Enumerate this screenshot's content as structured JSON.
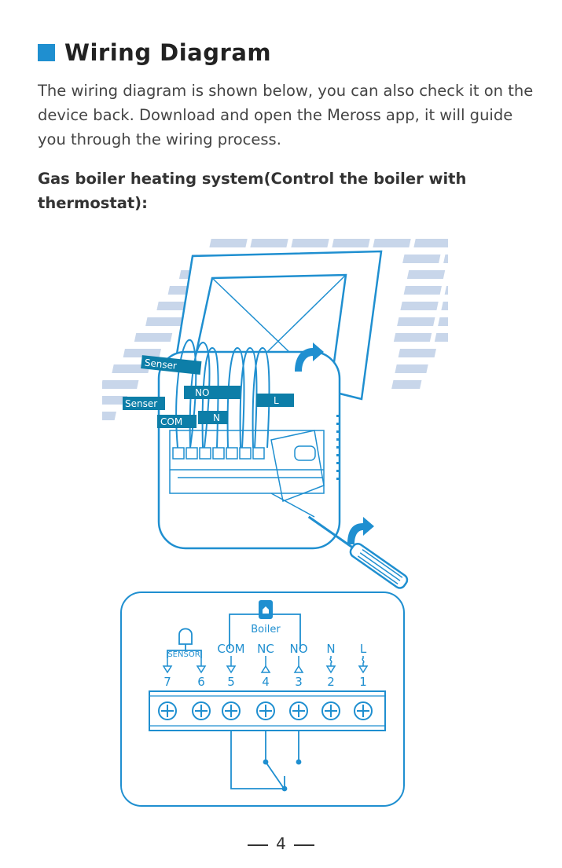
{
  "heading": {
    "title": "Wiring Diagram"
  },
  "intro": "The wiring diagram is shown below, you can also check it on the device back. Download and open the Meross app, it will guide you through the wiring process.",
  "subheading": "Gas boiler heating system(Control the boiler with thermostat):",
  "illustration": {
    "labels": {
      "senser_top": "Senser",
      "no": "NO",
      "senser_left": "Senser",
      "l": "L",
      "com": "COM",
      "n": "N"
    }
  },
  "wiring": {
    "boiler": "Boiler",
    "sensor": "SENSOR",
    "terminals": [
      {
        "label": "",
        "number": "7"
      },
      {
        "label": "",
        "number": "6"
      },
      {
        "label": "COM",
        "number": "5"
      },
      {
        "label": "NC",
        "number": "4"
      },
      {
        "label": "NO",
        "number": "3"
      },
      {
        "label": "N",
        "number": "2"
      },
      {
        "label": "L",
        "number": "1"
      }
    ]
  },
  "page_number": "4",
  "colors": {
    "accent": "#1f8fd0",
    "label_bg": "#0d7ea8",
    "brick": "#c8d6ea"
  }
}
